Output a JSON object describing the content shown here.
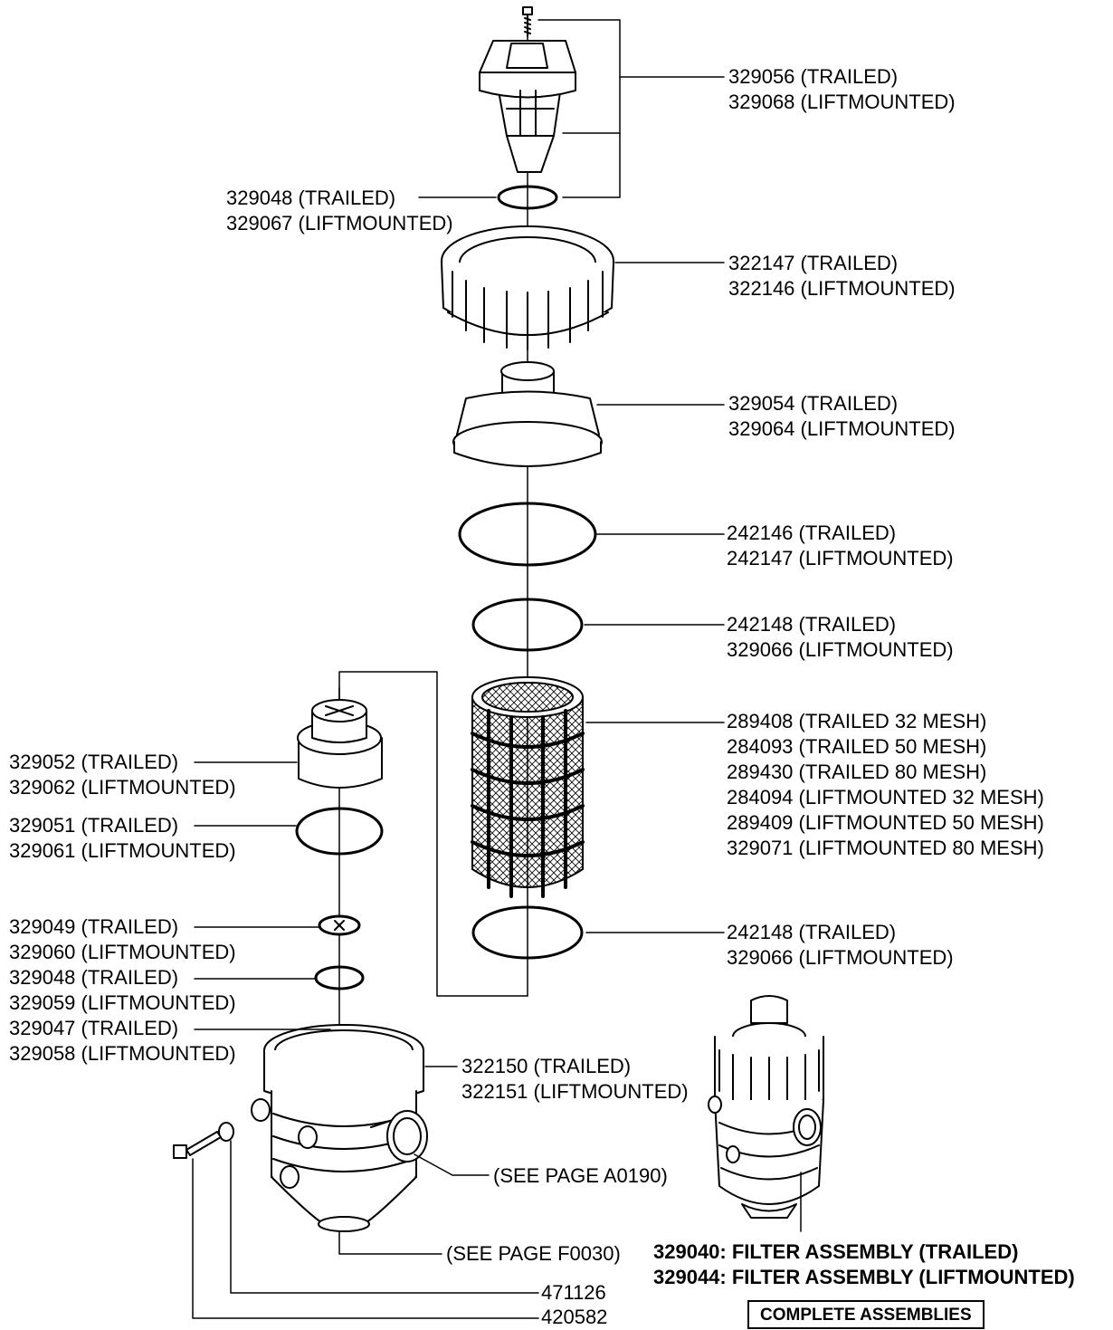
{
  "labels": {
    "cap": [
      "329056 (TRAILED)",
      "329068 (LIFTMOUNTED)"
    ],
    "cap_oring": [
      "329048 (TRAILED)",
      "329067 (LIFTMOUNTED)"
    ],
    "ring_nut": [
      "322147 (TRAILED)",
      "322146 (LIFTMOUNTED)"
    ],
    "cover": [
      "329054 (TRAILED)",
      "329064 (LIFTMOUNTED)"
    ],
    "large_oring": [
      "242146 (TRAILED)",
      "242147 (LIFTMOUNTED)"
    ],
    "mid_oring_top": [
      "242148 (TRAILED)",
      "329066 (LIFTMOUNTED)"
    ],
    "screen": [
      "289408 (TRAILED 32 MESH)",
      "284093 (TRAILED 50 MESH)",
      "289430 (TRAILED 80 MESH)",
      "284094 (LIFTMOUNTED 32 MESH)",
      "289409 (LIFTMOUNTED 50 MESH)",
      "329071 (LIFTMOUNTED 80 MESH)"
    ],
    "mid_oring_bottom": [
      "242148 (TRAILED)",
      "329066 (LIFTMOUNTED)"
    ],
    "valve_cap": [
      "329052 (TRAILED)",
      "329062 (LIFTMOUNTED)"
    ],
    "valve_oring": [
      "329051 (TRAILED)",
      "329061 (LIFTMOUNTED)"
    ],
    "valve_disc": [
      "329049 (TRAILED)",
      "329060 (LIFTMOUNTED)"
    ],
    "small_oring": [
      "329048 (TRAILED)",
      "329059 (LIFTMOUNTED)"
    ],
    "spring": [
      "329047 (TRAILED)",
      "329058 (LIFTMOUNTED)"
    ],
    "body": [
      "322150 (TRAILED)",
      "322151 (LIFTMOUNTED)"
    ],
    "see_a0190": "(SEE PAGE A0190)",
    "see_f0030": "(SEE PAGE F0030)",
    "washer": "471126",
    "bolt": "420582"
  },
  "assembly": {
    "trailed": "329040: FILTER ASSEMBLY (TRAILED)",
    "liftmounted": "329044: FILTER ASSEMBLY (LIFTMOUNTED)",
    "box_title": "COMPLETE ASSEMBLIES"
  }
}
